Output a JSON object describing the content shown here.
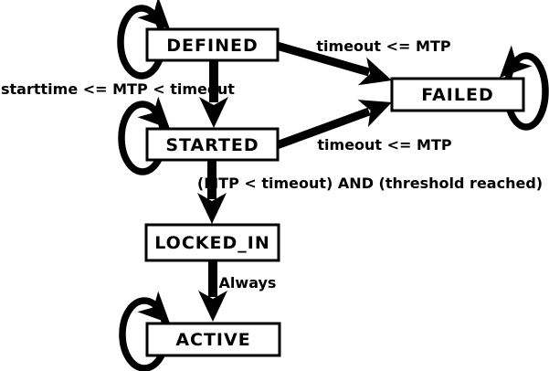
{
  "diagram": {
    "type": "state-machine",
    "colors": {
      "background": "#ffffff",
      "line": "#000000",
      "state_fill": "#ffffff",
      "text": "#000000"
    },
    "states": [
      {
        "name": "DEFINED"
      },
      {
        "name": "STARTED"
      },
      {
        "name": "FAILED"
      },
      {
        "name": "LOCKED_IN"
      },
      {
        "name": "ACTIVE"
      }
    ],
    "transitions": [
      {
        "from": "DEFINED",
        "to": "STARTED",
        "label": "starttime <= MTP < timeout"
      },
      {
        "from": "DEFINED",
        "to": "FAILED",
        "label": "timeout <= MTP"
      },
      {
        "from": "STARTED",
        "to": "FAILED",
        "label": "timeout <= MTP"
      },
      {
        "from": "STARTED",
        "to": "LOCKED_IN",
        "label": "(MTP < timeout) AND (threshold reached)"
      },
      {
        "from": "LOCKED_IN",
        "to": "ACTIVE",
        "label": "Always"
      },
      {
        "from": "DEFINED",
        "to": "DEFINED",
        "label": ""
      },
      {
        "from": "STARTED",
        "to": "STARTED",
        "label": ""
      },
      {
        "from": "FAILED",
        "to": "FAILED",
        "label": ""
      },
      {
        "from": "ACTIVE",
        "to": "ACTIVE",
        "label": ""
      }
    ]
  }
}
